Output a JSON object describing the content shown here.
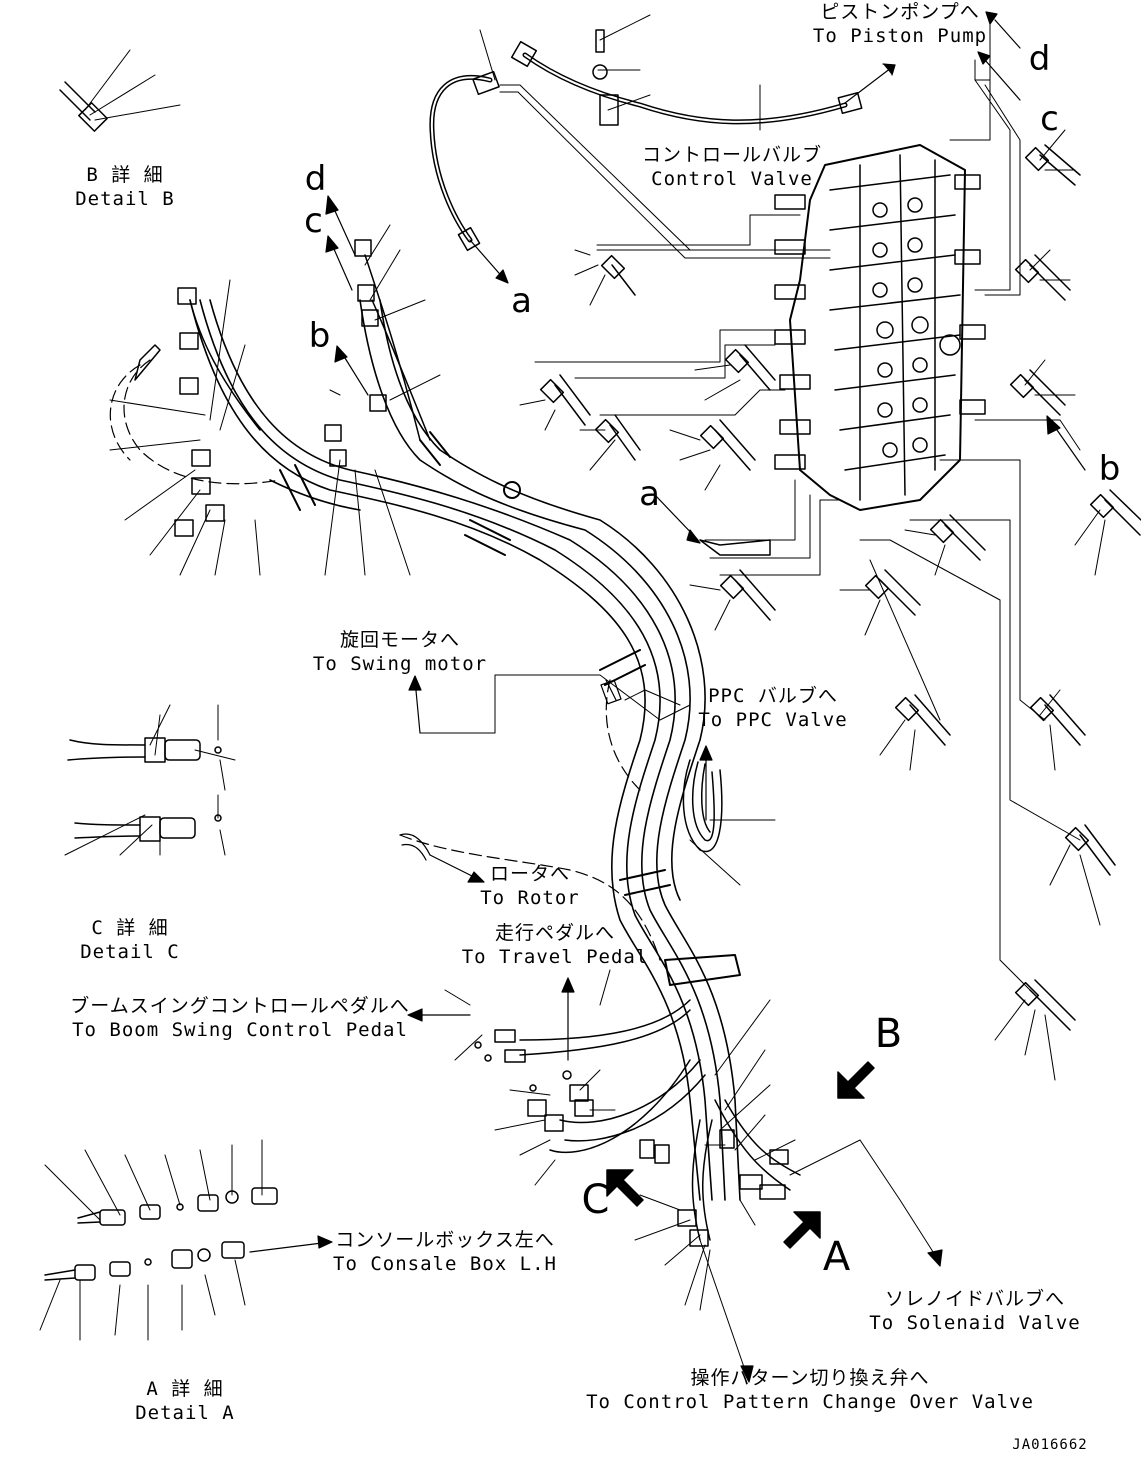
{
  "labels": {
    "piston_pump_jp": "ピストンポンプへ",
    "piston_pump_en": "To Piston Pump",
    "control_valve_jp": "コントロールバルブ",
    "control_valve_en": "Control Valve",
    "detail_b_jp": "B 詳 細",
    "detail_b_en": "Detail B",
    "swing_motor_jp": "旋回モータへ",
    "swing_motor_en": "To Swing motor",
    "ppc_valve_jp": "PPC バルブへ",
    "ppc_valve_en": "To PPC Valve",
    "detail_c_jp": "C 詳 細",
    "detail_c_en": "Detail C",
    "rotor_jp": "ロータへ",
    "rotor_en": "To Rotor",
    "travel_pedal_jp": "走行ペダルへ",
    "travel_pedal_en": "To Travel Pedal",
    "boom_swing_jp": "ブームスイングコントロールペダルへ",
    "boom_swing_en": "To Boom Swing Control Pedal",
    "console_box_jp": "コンソールボックス左へ",
    "console_box_en": "To Consale Box L.H",
    "solenoid_valve_jp": "ソレノイドバルブへ",
    "solenoid_valve_en": "To Solenaid Valve",
    "control_pattern_jp": "操作パターン切り換え弁へ",
    "control_pattern_en": "To Control Pattern Change Over Valve",
    "detail_a_jp": "A 詳 細",
    "detail_a_en": "Detail A",
    "drawing_number": "JA016662"
  },
  "callouts": {
    "a_upper": "a",
    "a_lower": "a",
    "b_left": "b",
    "b_right": "b",
    "c_left": "c",
    "c_right": "c",
    "d_left": "d",
    "d_right": "d",
    "view_a": "A",
    "view_b": "B",
    "view_c": "C"
  }
}
